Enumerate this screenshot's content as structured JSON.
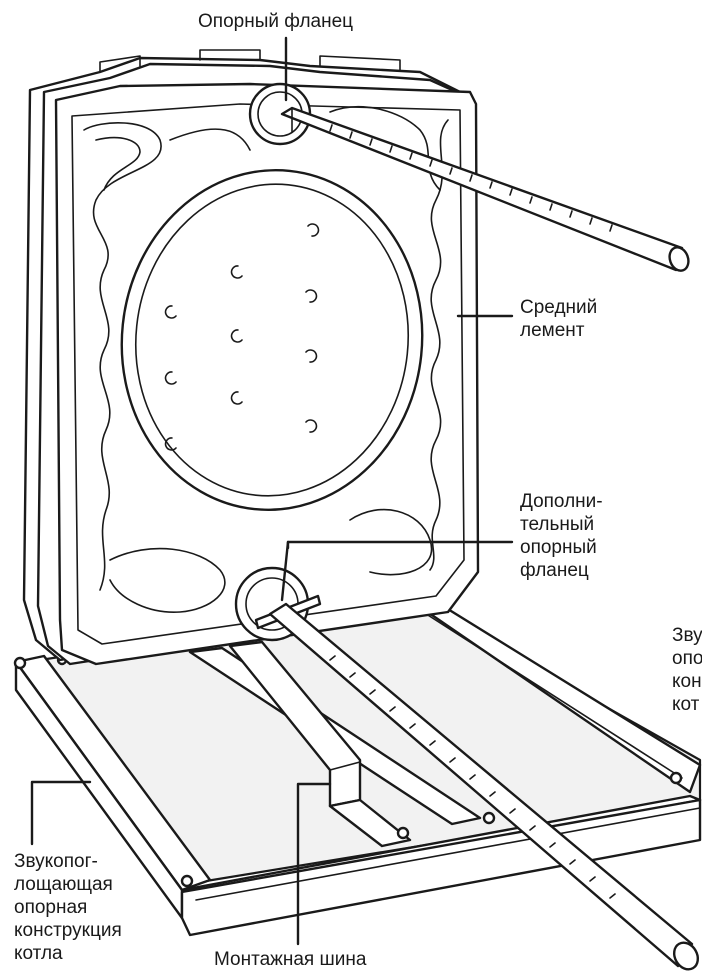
{
  "labels": {
    "support_flange": "Опорный фланец",
    "middle_element": "Средний\nлемент",
    "extra_support_flange": "Дополни-\nтельный\nопорный\nфланец",
    "soundproof_support_left": "Звукопог-\nлощающая\nопорная\nконструкция\nкотла",
    "soundproof_support_right_cut": "Зву\nопо\nкон\nкот",
    "mounting_rail": "Монтажная шина"
  }
}
